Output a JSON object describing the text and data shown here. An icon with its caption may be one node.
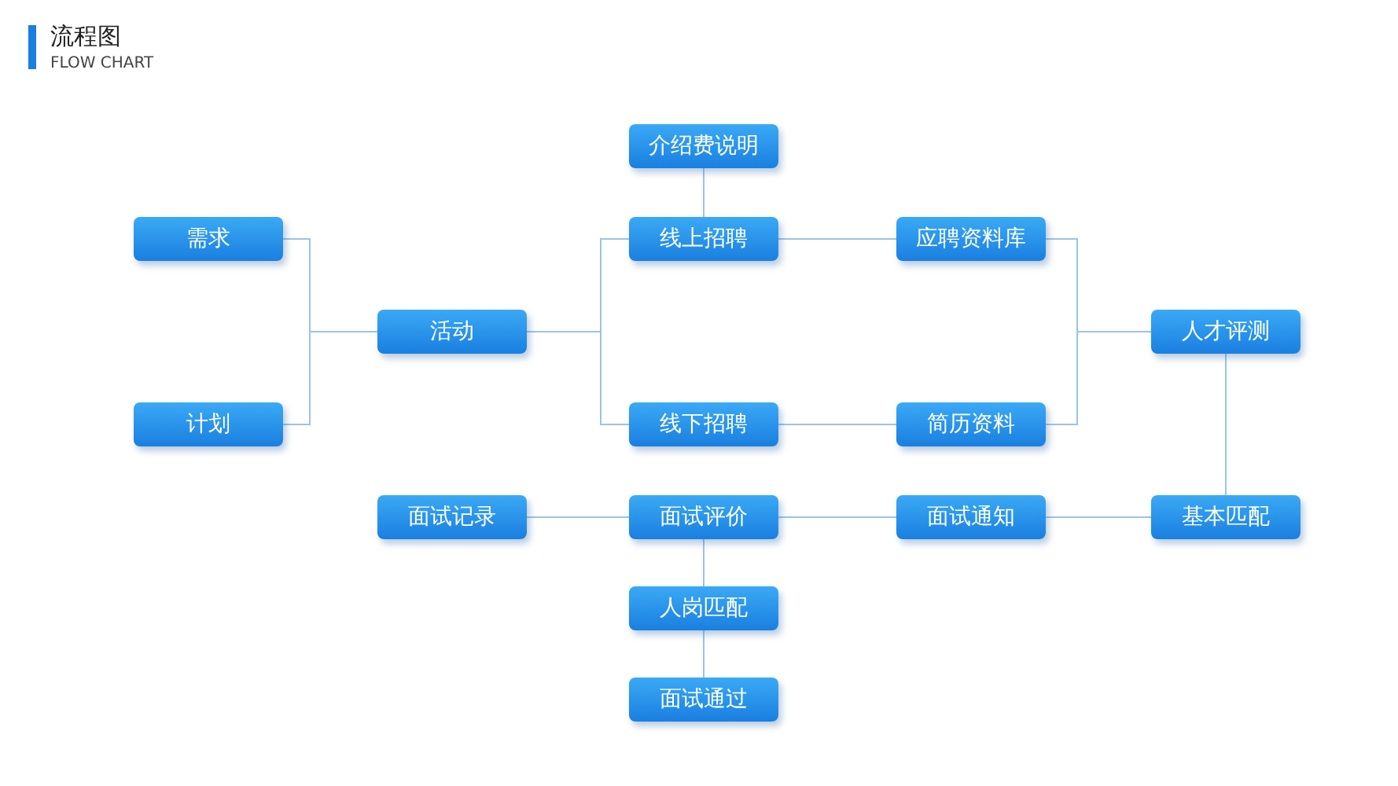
{
  "diagram": {
    "title": "流程图",
    "nodes": [
      {
        "text": [
          "需求"
        ]
      },
      {
        "text": [
          "计划"
        ]
      },
      {
        "text": [
          "活动"
        ]
      },
      {
        "text": [
          "介绍费说明"
        ]
      },
      {
        "text": [
          "线上招聘"
        ]
      },
      {
        "text": [
          "线下招聘"
        ]
      },
      {
        "text": [
          "应聘资料库"
        ]
      },
      {
        "text": [
          "简历资料"
        ]
      },
      {
        "text": [
          "人才评测"
        ]
      },
      {
        "text": [
          "面试记录"
        ]
      },
      {
        "text": [
          "面试评价"
        ]
      },
      {
        "text": [
          "面试通知"
        ]
      },
      {
        "text": [
          "基本匹配"
        ]
      },
      {
        "text": [
          "人岗匹配"
        ]
      },
      {
        "text": [
          "面试通过"
        ]
      }
    ],
    "edges": [
      {
        "from": 0,
        "to": 2,
        "arrow": "none"
      },
      {
        "from": 1,
        "to": 2,
        "arrow": "none"
      },
      {
        "from": 2,
        "to": 4,
        "arrow": "none"
      },
      {
        "from": 2,
        "to": 5,
        "arrow": "none"
      },
      {
        "from": 3,
        "to": 4,
        "arrow": "none"
      },
      {
        "from": 4,
        "to": 6,
        "arrow": "none"
      },
      {
        "from": 5,
        "to": 7,
        "arrow": "none"
      },
      {
        "from": 6,
        "to": 8,
        "arrow": "none"
      },
      {
        "from": 7,
        "to": 8,
        "arrow": "none"
      },
      {
        "from": 8,
        "to": 12,
        "arrow": "none"
      },
      {
        "from": 12,
        "to": 11,
        "arrow": "none"
      },
      {
        "from": 11,
        "to": 10,
        "arrow": "none"
      },
      {
        "from": 10,
        "to": 9,
        "arrow": "none"
      },
      {
        "from": 10,
        "to": 13,
        "arrow": "none"
      },
      {
        "from": 13,
        "to": 14,
        "arrow": "none"
      }
    ],
    "labels": [
      "FLOW CHART"
    ]
  }
}
